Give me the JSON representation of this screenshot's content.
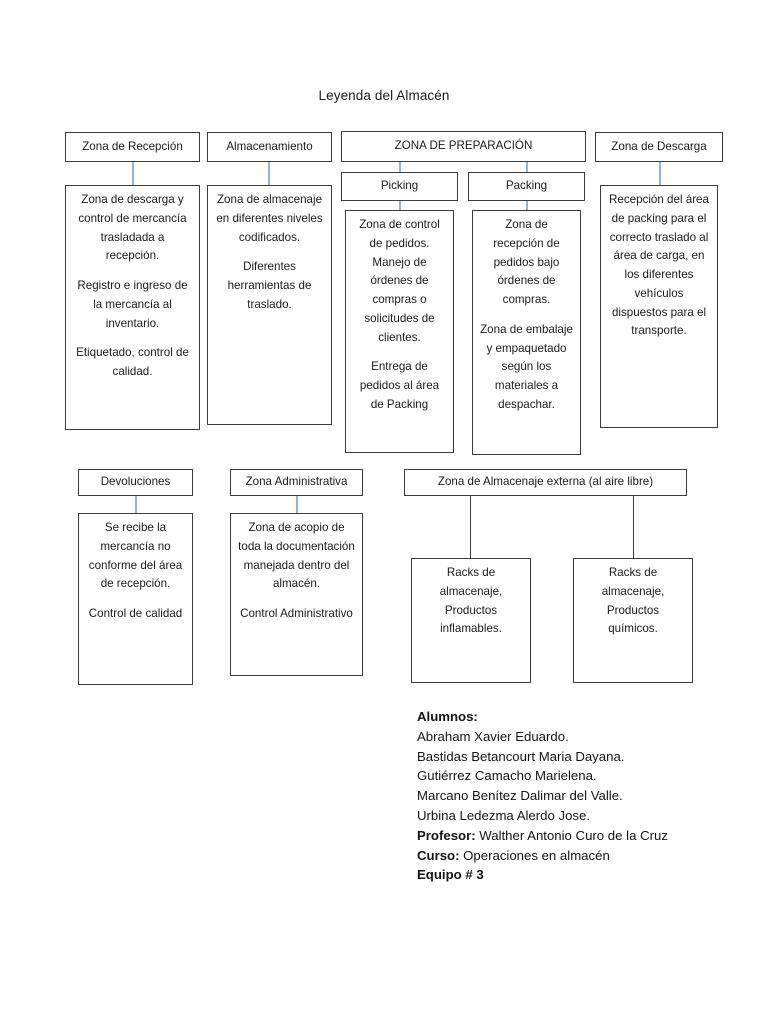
{
  "title": "Leyenda del Almacén",
  "nodes": {
    "recepcion_head": "Zona de Recepción",
    "recepcion_body_1": "Zona de descarga y control de mercancía trasladada a recepción.",
    "recepcion_body_2": "Registro e ingreso de la mercancía al inventario.",
    "recepcion_body_3": "Etiquetado, control de calidad.",
    "almacenamiento_head": "Almacenamiento",
    "almacenamiento_body_1": "Zona de almacenaje en diferentes niveles codificados.",
    "almacenamiento_body_2": "Diferentes herramientas de traslado.",
    "preparacion_head": "ZONA DE PREPARACIÓN",
    "picking_head": "Picking",
    "picking_body_1": "Zona de control de pedidos. Manejo de órdenes de compras o solicitudes de clientes.",
    "picking_body_2": "Entrega de pedidos al área de Packing",
    "packing_head": "Packing",
    "packing_body_1": "Zona de recepción de pedidos bajo órdenes de compras.",
    "packing_body_2": "Zona de embalaje y empaquetado según los materiales a despachar.",
    "descarga_head": "Zona de Descarga",
    "descarga_body_1": "Recepción del área de packing para el correcto traslado al área de carga, en los diferentes vehículos dispuestos para el transporte.",
    "devoluciones_head": "Devoluciones",
    "devoluciones_body_1": "Se recibe la mercancía no conforme del área de recepción.",
    "devoluciones_body_2": "Control de calidad",
    "administrativa_head": "Zona Administrativa",
    "administrativa_body_1": "Zona de acopio de toda la documentación manejada dentro del almacén.",
    "administrativa_body_2": "Control Administrativo",
    "externa_head": "Zona de Almacenaje externa (al aire libre)",
    "racks_inflamables": "Racks de almacenaje, Productos inflamables.",
    "racks_quimicos": "Racks de almacenaje, Productos químicos."
  },
  "footer": {
    "alumnos_label": "Alumnos:",
    "alumno_1": "Abraham Xavier Eduardo.",
    "alumno_2": "Bastidas Betancourt Maria Dayana.",
    "alumno_3": "Gutiérrez Camacho Marielena.",
    "alumno_4": "Marcano Benítez Dalimar del Valle.",
    "alumno_5": "Urbina Ledezma Alerdo Jose.",
    "profesor_label": "Profesor:",
    "profesor_value": " Walther Antonio Curo de la Cruz",
    "curso_label": "Curso:",
    "curso_value": " Operaciones en almacén",
    "equipo_label": "Equipo # 3"
  },
  "colors": {
    "box_border": "#3b3b3b",
    "connector_blue": "#8eb4d8",
    "connector_dark": "#3b3b3b",
    "text": "#1a1a1a",
    "background": "#ffffff"
  }
}
